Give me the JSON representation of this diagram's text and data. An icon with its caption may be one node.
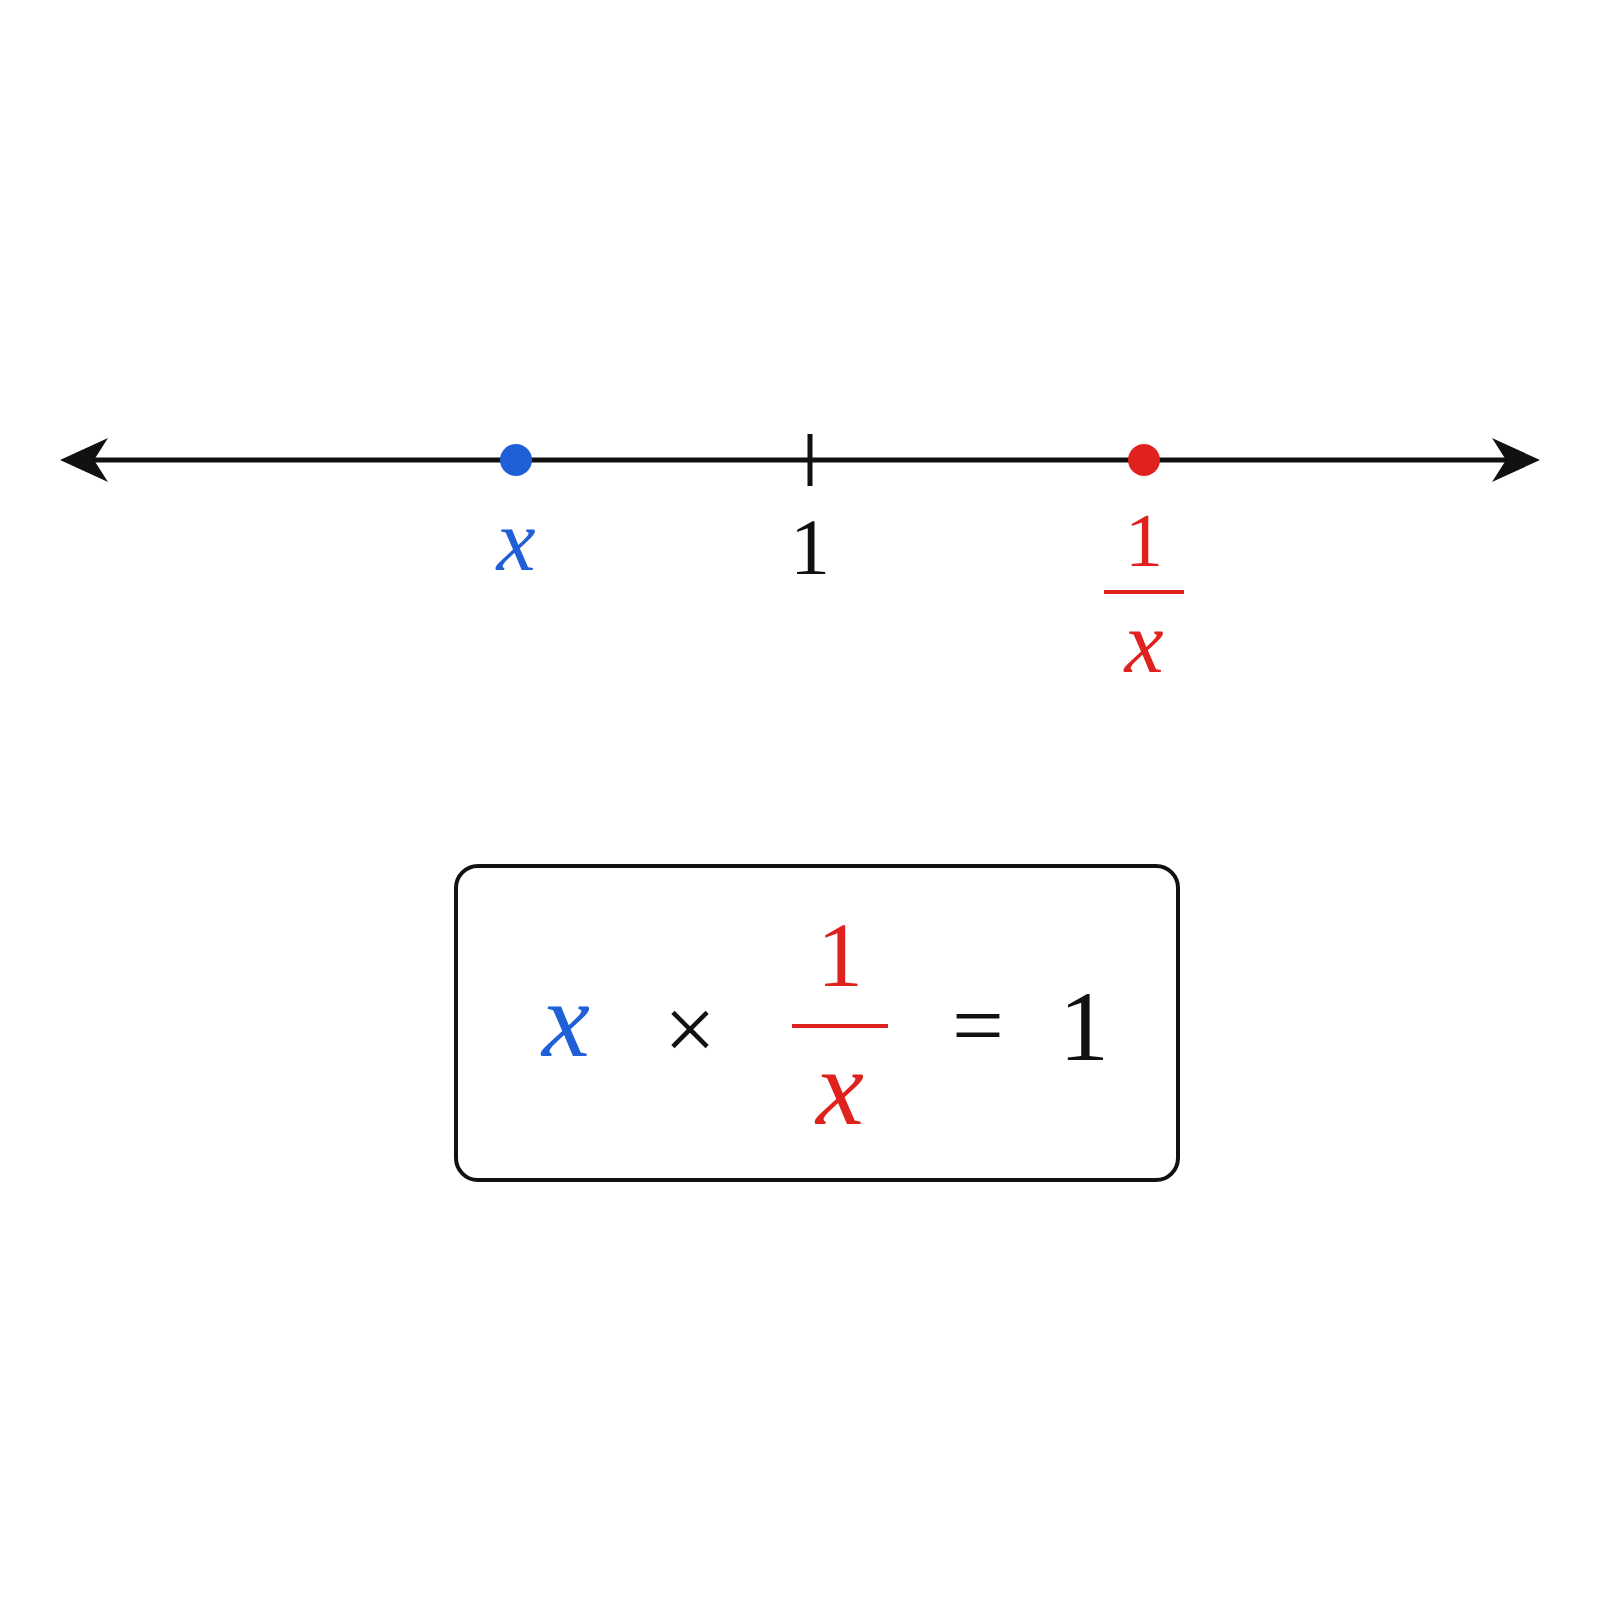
{
  "diagram": {
    "nodes": [
      {
        "text": [
          "x",
          "×",
          "1",
          "x",
          "=",
          "1"
        ]
      }
    ],
    "labels": [
      "x",
      "1",
      "1",
      "x"
    ]
  }
}
